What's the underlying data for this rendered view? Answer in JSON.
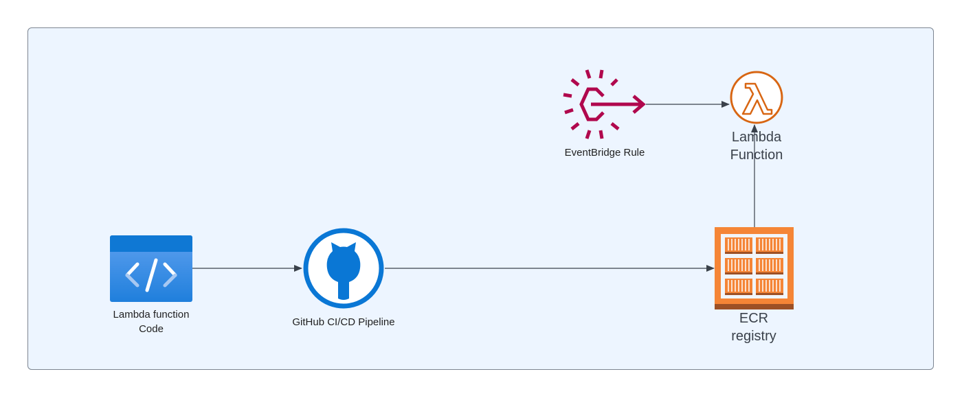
{
  "diagram": {
    "container": {
      "background": "#edf5ff",
      "border": "#7c8591"
    },
    "nodes": [
      {
        "id": "code",
        "label_line1": "Lambda function",
        "label_line2": "Code",
        "icon": "code-window-icon",
        "color": "#1f7fdc"
      },
      {
        "id": "github",
        "label": "GitHub CI/CD Pipeline",
        "icon": "github-icon",
        "color": "#0a77d5"
      },
      {
        "id": "ecr",
        "label_line1": "ECR",
        "label_line2": "registry",
        "icon": "ecr-registry-icon",
        "color": "#f58536"
      },
      {
        "id": "eventbridge",
        "label": "EventBridge Rule",
        "icon": "eventbridge-icon",
        "color": "#b0084d"
      },
      {
        "id": "lambda",
        "label_line1": "Lambda",
        "label_line2": "Function",
        "icon": "lambda-icon",
        "color": "#d86613"
      }
    ],
    "edges": [
      {
        "from": "code",
        "to": "github"
      },
      {
        "from": "github",
        "to": "ecr"
      },
      {
        "from": "ecr",
        "to": "lambda"
      },
      {
        "from": "eventbridge",
        "to": "lambda"
      }
    ],
    "edge_color": "#3a414a"
  }
}
